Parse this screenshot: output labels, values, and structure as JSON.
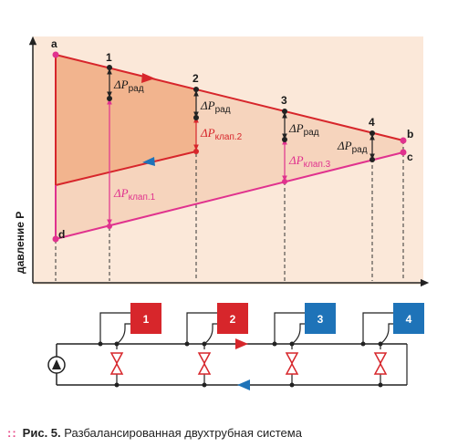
{
  "chart": {
    "ylabel": "давление P",
    "points": {
      "a": "a",
      "b": "b",
      "c": "c",
      "d": "d"
    },
    "nodes": [
      "1",
      "2",
      "3",
      "4"
    ],
    "delta": "Δ",
    "dp_symbol": "P",
    "sub_rad": "рад",
    "sub_klap1": "клап.1",
    "sub_klap2": "клап.2",
    "sub_klap3": "клап.3"
  },
  "colors": {
    "background": "#fbe8d9",
    "dark_area": "#f2b48e",
    "light_area": "#f6d4bd",
    "supply_line": "#d7262b",
    "return_line": "#e0328e",
    "blue": "#1e73b8"
  },
  "scheme": {
    "radiators": [
      {
        "label": "1",
        "color": "red"
      },
      {
        "label": "2",
        "color": "red"
      },
      {
        "label": "3",
        "color": "blue"
      },
      {
        "label": "4",
        "color": "blue"
      }
    ],
    "pump_icon": "pump-icon",
    "valve_icon": "valve-icon"
  },
  "caption": {
    "dots": "::",
    "figure": "Рис. 5.",
    "text": "Разбалансированная двухтрубная система"
  }
}
